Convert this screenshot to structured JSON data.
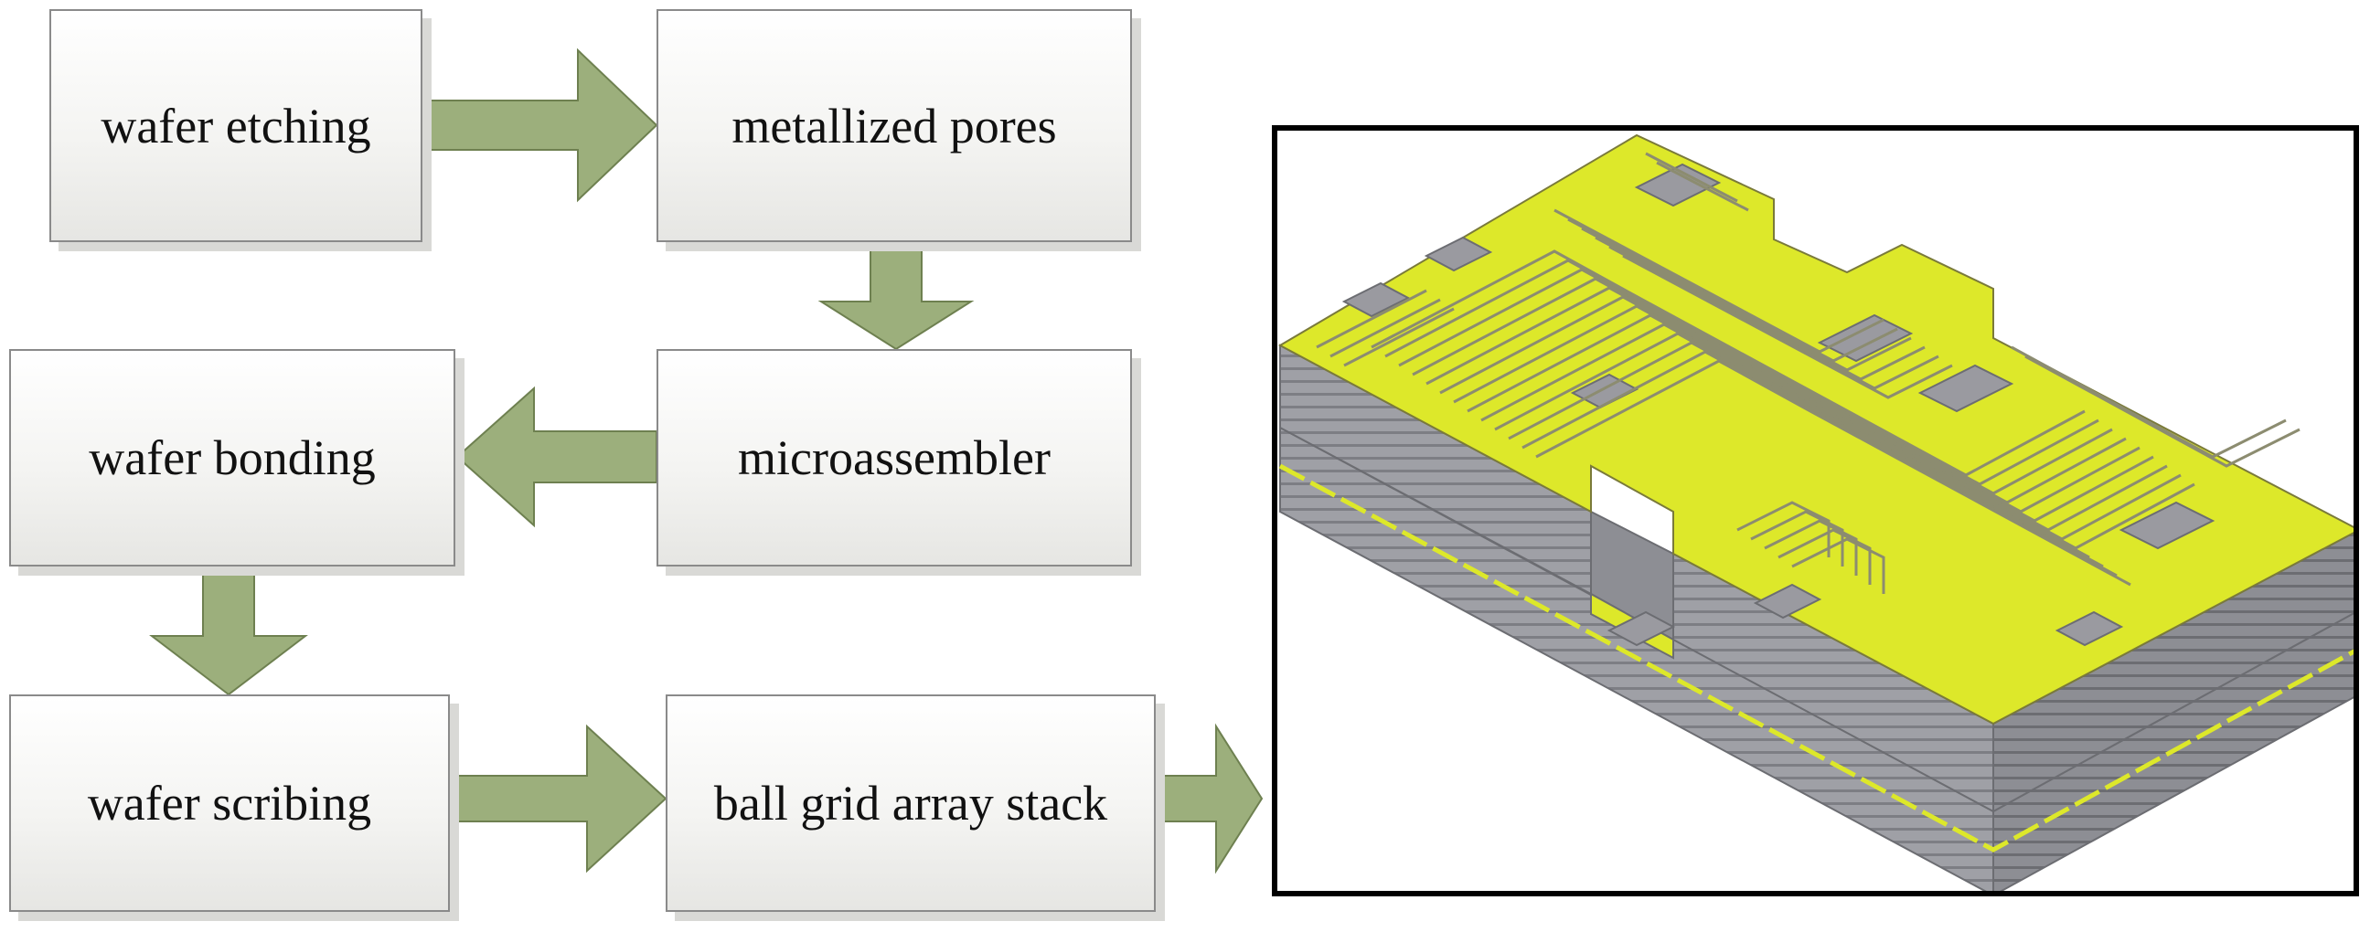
{
  "diagram": {
    "steps": [
      {
        "id": "wafer-etching",
        "label": "wafer etching"
      },
      {
        "id": "metallized-pores",
        "label": "metallized pores"
      },
      {
        "id": "microassembler",
        "label": "microassembler"
      },
      {
        "id": "wafer-bonding",
        "label": "wafer bonding"
      },
      {
        "id": "wafer-scribing",
        "label": "wafer scribing"
      },
      {
        "id": "ball-grid-array-stack",
        "label": "ball grid array stack"
      }
    ],
    "colors": {
      "arrow_fill": "#9caf7c",
      "arrow_stroke": "#6e8050",
      "box_border": "#8a8a8a",
      "chip_yellow": "#dde82a",
      "chip_gray": "#9a9aa0",
      "frame": "#000000"
    }
  }
}
